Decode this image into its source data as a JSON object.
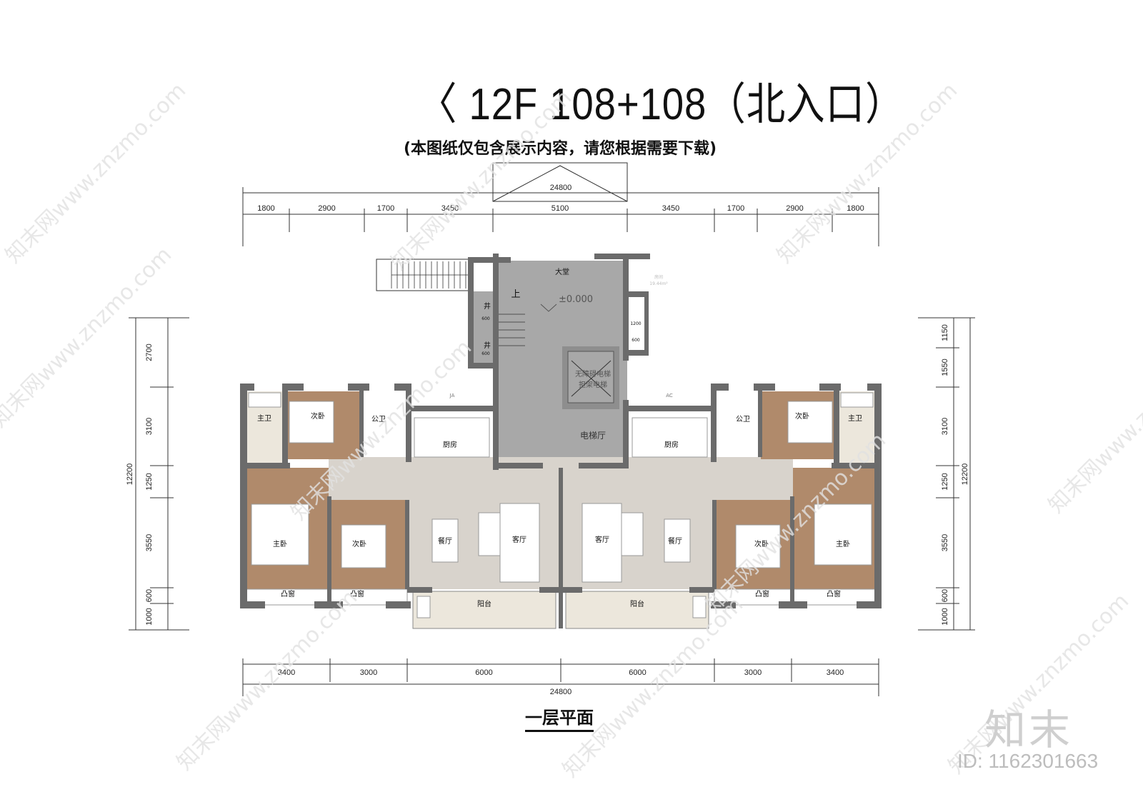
{
  "title": "〈 12F  108+108（北入口）",
  "subtitle": "(本图纸仅包含展示内容，请您根据需要下载)",
  "floor_title": "一层平面",
  "logo": "知末",
  "image_id": "ID: 1162301663",
  "watermark": "知末网www.znzmo.com",
  "dimensions": {
    "top_total": "24800",
    "top": [
      "1800",
      "2900",
      "1700",
      "3450",
      "5100",
      "3450",
      "1700",
      "2900",
      "1800"
    ],
    "bottom": [
      "3400",
      "3000",
      "6000",
      "6000",
      "3000",
      "3400"
    ],
    "bottom_total": "24800",
    "left": [
      "2700",
      "3100",
      "1250",
      "3550",
      "600",
      "1000"
    ],
    "left_total": "12200",
    "right": [
      "1150",
      "1550",
      "3100",
      "1250",
      "3550",
      "600",
      "1000"
    ],
    "right_total": "12200"
  },
  "rooms": {
    "lobby": "大堂",
    "up": "上",
    "elevation": "±0.000",
    "elevator_hall": "电梯厅",
    "elevator_1": "无障碍电梯",
    "elevator_2": "担架电梯",
    "shaft": "井",
    "shaft_w": "600",
    "shaft_h": "1200",
    "side_room": "房间",
    "side_room_area": "19.44m²",
    "master_bath": "主卫",
    "second_bed": "次卧",
    "public_bath": "公卫",
    "kitchen": "厨房",
    "master_bed": "主卧",
    "dining": "餐厅",
    "living": "客厅",
    "bay_window": "凸窗",
    "balcony": "阳台",
    "ac_left": "JA",
    "ac_right": "AC"
  },
  "colors": {
    "wall": "#6b6b6b",
    "core": "#a8a8a8",
    "marble": "#d8d3cc",
    "wood": "#b08a6b",
    "tile": "#ece7dc"
  }
}
